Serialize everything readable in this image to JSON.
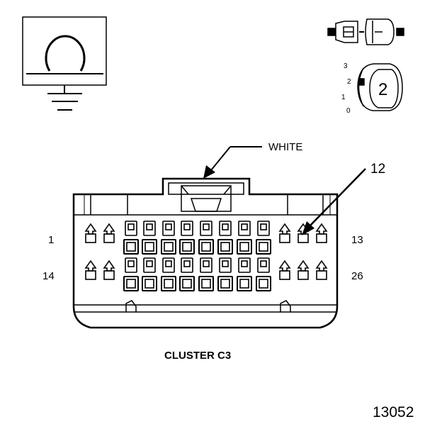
{
  "symbol": {
    "name": "ohmmeter-ground-symbol"
  },
  "key_position": {
    "positions": [
      "3",
      "2",
      "1",
      "0"
    ],
    "selected": "2",
    "key_label": "2"
  },
  "connector": {
    "housing_color_label": "WHITE",
    "callout": "12",
    "pin_labels": {
      "top_left": "1",
      "top_right": "13",
      "bottom_left": "14",
      "bottom_right": "26"
    },
    "name": "CLUSTER C3"
  },
  "figure_number": "13052"
}
